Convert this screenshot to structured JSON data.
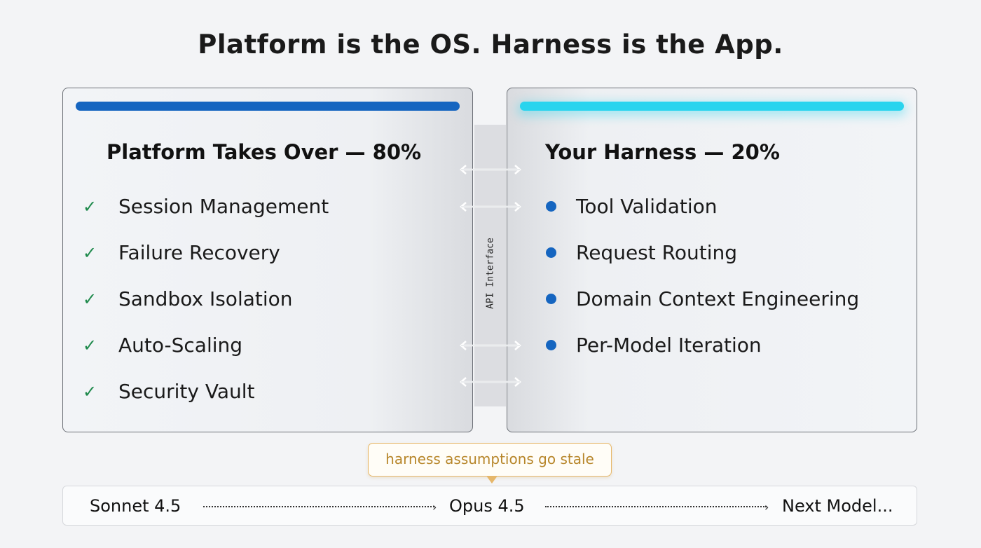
{
  "title": "Platform is the OS. Harness is the App.",
  "left_card": {
    "heading": "Platform Takes Over — 80%",
    "accent": "#1565c0",
    "icon": "check-icon",
    "items": [
      "Session Management",
      "Failure Recovery",
      "Sandbox Isolation",
      "Auto-Scaling",
      "Security Vault"
    ]
  },
  "right_card": {
    "heading": "Your Harness — 20%",
    "accent": "#29d4ee",
    "icon": "bullet-icon",
    "items": [
      "Tool Validation",
      "Request Routing",
      "Domain Context Engineering",
      "Per-Model Iteration"
    ]
  },
  "interface_label": "API Interface",
  "callout": "harness assumptions go stale",
  "timeline": [
    "Sonnet 4.5",
    "Opus 4.5",
    "Next Model..."
  ]
}
